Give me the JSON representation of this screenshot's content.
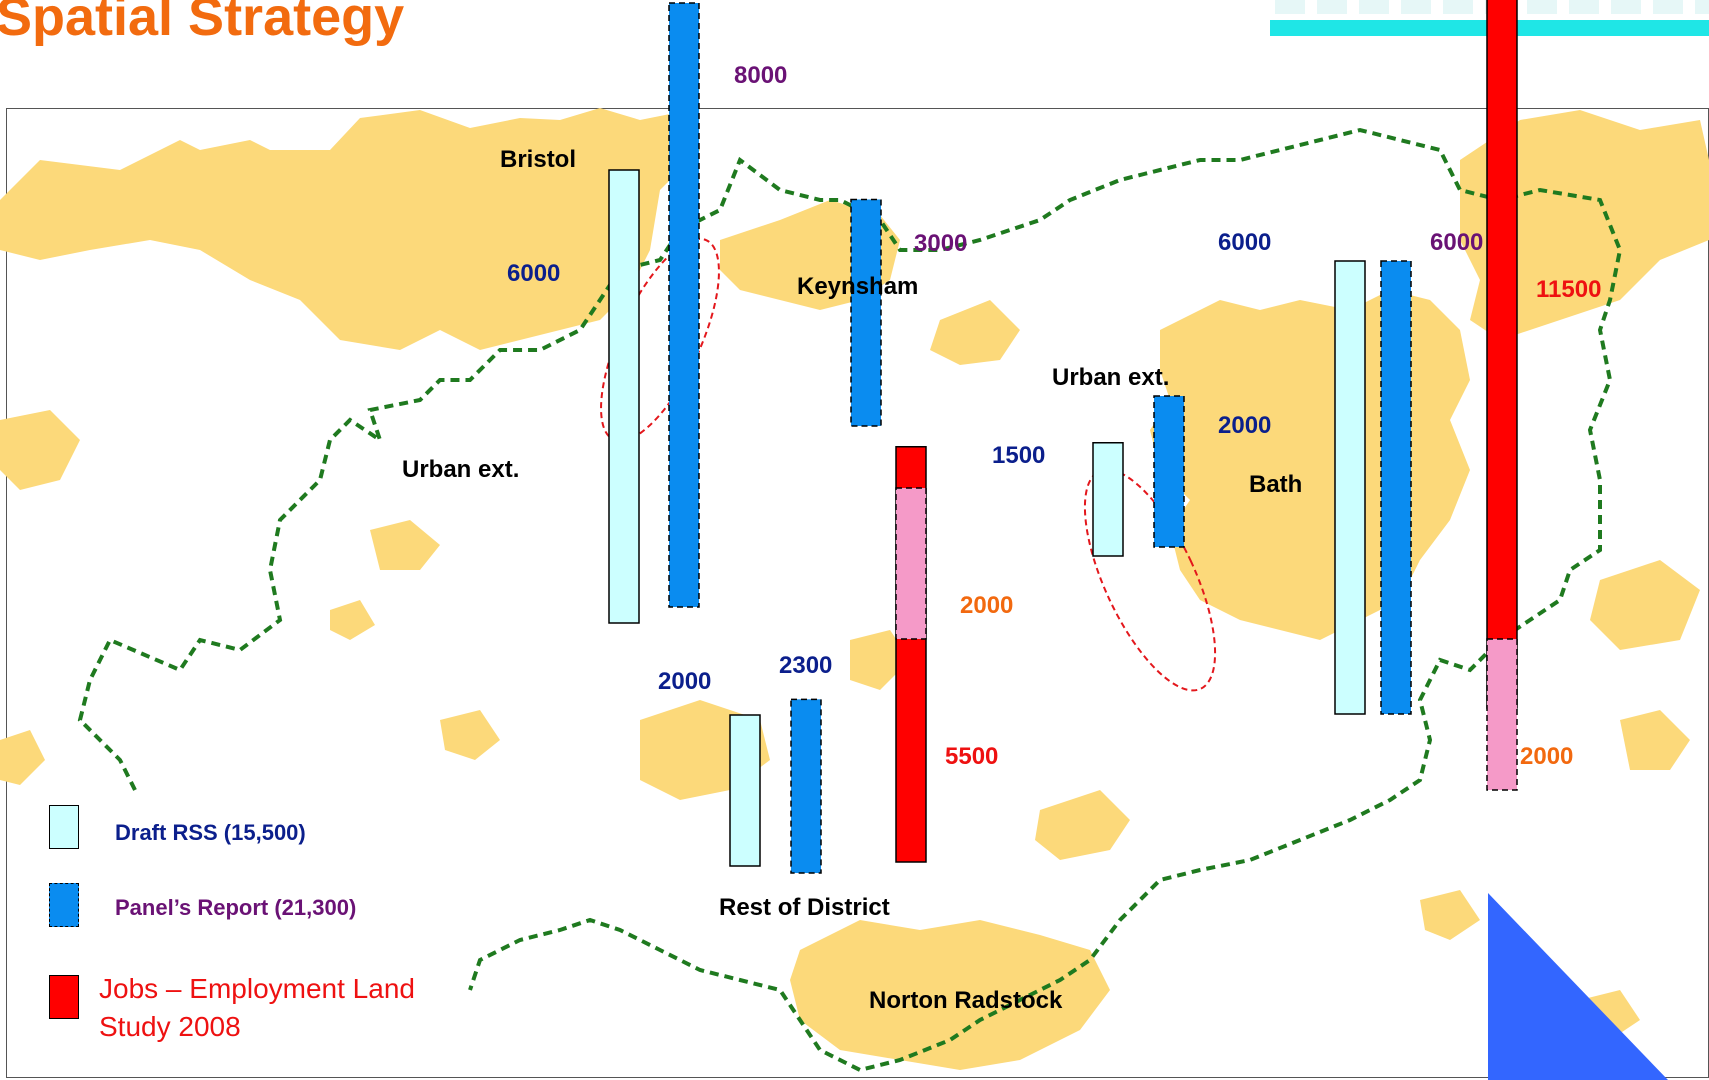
{
  "title": "Spatial Strategy",
  "places": {
    "bristol": "Bristol",
    "keynsham": "Keynsham",
    "bath": "Bath",
    "urban_ext_west": "Urban ext.",
    "urban_ext_bath": "Urban ext.",
    "rest_of_district": "Rest of District",
    "norton_radstock": "Norton Radstock"
  },
  "legend": {
    "draft": "Draft RSS (15,500)",
    "panel": "Panel’s Report (21,300)",
    "jobs_line1": "Jobs – Employment Land",
    "jobs_line2": "Study 2008"
  },
  "colors": {
    "draft_fill": "#ccffff",
    "panel_fill": "#0a8cf0",
    "jobs_fill": "#ff0000",
    "jobs_extra_fill": "#f59ac8",
    "urban_area": "#fcd97a",
    "boundary": "#1f7a1f",
    "title": "#f26b0f",
    "triangle": "#3366ff"
  },
  "chart_data": {
    "type": "bar",
    "series_legend": [
      "Draft RSS (15,500)",
      "Panel’s Report (21,300)",
      "Jobs – Employment Land Study 2008"
    ],
    "groups": [
      {
        "area": "Bristol Urban ext.",
        "draft": 6000,
        "panel": 8000
      },
      {
        "area": "Keynsham",
        "panel": 3000
      },
      {
        "area": "Bath Urban ext.",
        "draft": 1500,
        "panel": 2000
      },
      {
        "area": "Bath",
        "draft": 6000,
        "panel": 6000,
        "jobs": 11500,
        "jobs_extra": 2000
      },
      {
        "area": "Rest of District",
        "draft": 2000,
        "panel": 2300,
        "jobs": 5500,
        "jobs_extra": 2000
      }
    ],
    "value_labels": {
      "bristol_draft": "6000",
      "bristol_panel": "8000",
      "keynsham_panel": "3000",
      "bath_ext_draft": "1500",
      "bath_ext_panel": "2000",
      "bath_draft": "6000",
      "bath_panel": "6000",
      "bath_jobs": "11500",
      "bath_jobs_extra": "2000",
      "rest_draft": "2000",
      "rest_panel": "2300",
      "rest_jobs": "5500",
      "rest_jobs_extra": "2000"
    }
  }
}
